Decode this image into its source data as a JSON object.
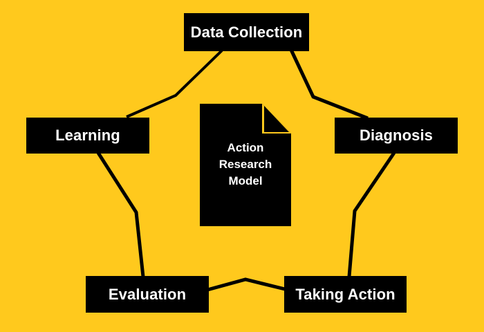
{
  "diagram": {
    "title": "Action Research Model",
    "background_color": "#FFC91D",
    "node_fill_color": "#000000",
    "node_text_color": "#FFFFFF",
    "connector_color": "#000000",
    "center": {
      "shape": "document-page-with-folded-corner",
      "lines": [
        "Action",
        "Research",
        "Model"
      ]
    },
    "nodes": [
      {
        "id": "data-collection",
        "label": "Data Collection"
      },
      {
        "id": "learning",
        "label": "Learning"
      },
      {
        "id": "diagnosis",
        "label": "Diagnosis"
      },
      {
        "id": "evaluation",
        "label": "Evaluation"
      },
      {
        "id": "taking-action",
        "label": "Taking Action"
      }
    ],
    "connectors": [
      {
        "id": "data-collection-to-learning",
        "from": "data-collection",
        "to": "learning"
      },
      {
        "id": "data-collection-to-diagnosis",
        "from": "data-collection",
        "to": "diagnosis"
      },
      {
        "id": "learning-to-evaluation",
        "from": "learning",
        "to": "evaluation"
      },
      {
        "id": "diagnosis-to-taking-action",
        "from": "diagnosis",
        "to": "taking-action"
      },
      {
        "id": "evaluation-to-taking-action",
        "from": "evaluation",
        "to": "taking-action"
      }
    ]
  }
}
